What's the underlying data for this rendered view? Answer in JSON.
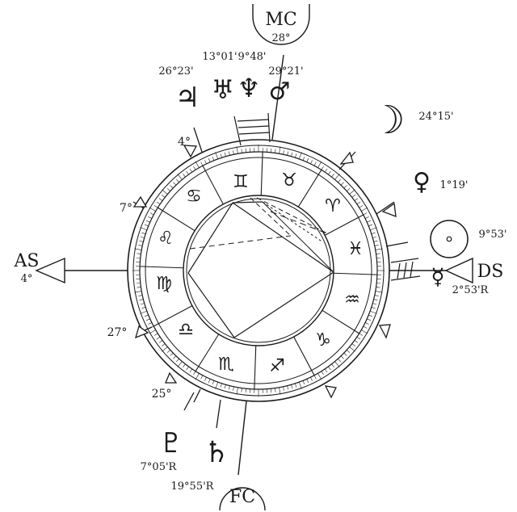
{
  "axes": {
    "as_label": "AS",
    "as_degree": "4°",
    "ds_label": "DS",
    "mc_label": "MC",
    "mc_degree": "28°",
    "fc_label": "FC"
  },
  "cusps": {
    "upper_left": "4°",
    "left_upper": "7°",
    "left_lower": "27°",
    "lower_left": "25°"
  },
  "signs": [
    "♊",
    "♉",
    "♈",
    "♓",
    "♒",
    "♑",
    "♐",
    "♏",
    "♎",
    "♍",
    "♌",
    "♋"
  ],
  "planets": [
    {
      "name": "jupiter",
      "glyph": "♃",
      "degree": "26°23'"
    },
    {
      "name": "uranus",
      "glyph": "♅",
      "degree": "13°01'"
    },
    {
      "name": "neptune",
      "glyph": "♆",
      "degree": "9°48'"
    },
    {
      "name": "mars",
      "glyph": "♂",
      "degree": "29°21'"
    },
    {
      "name": "moon",
      "glyph": "☽",
      "degree": "24°15'"
    },
    {
      "name": "venus",
      "glyph": "♀",
      "degree": "1°19'"
    },
    {
      "name": "sun",
      "glyph": "☉",
      "degree": "9°53'"
    },
    {
      "name": "mercury",
      "glyph": "☿",
      "degree": "2°53'R"
    },
    {
      "name": "pluto",
      "glyph": "♇",
      "degree": "7°05'R"
    },
    {
      "name": "saturn",
      "glyph": "♄",
      "degree": "19°55'R"
    }
  ],
  "colors": {
    "ink": "#1a1a1a",
    "paper": "#ffffff"
  }
}
